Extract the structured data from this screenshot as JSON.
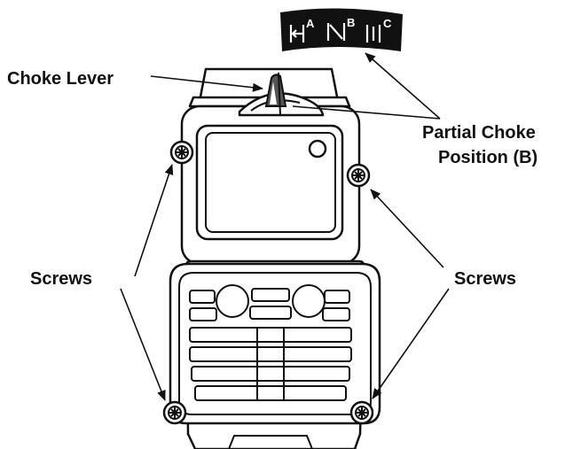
{
  "labels": {
    "choke_lever": "Choke Lever",
    "partial_choke_line1": "Partial Choke",
    "partial_choke_line2": "Position (B)",
    "screws_left": "Screws",
    "screws_right": "Screws"
  },
  "choke_badge": {
    "positions": [
      "A",
      "B",
      "C"
    ]
  },
  "colors": {
    "ink": "#111111",
    "background": "#ffffff"
  }
}
